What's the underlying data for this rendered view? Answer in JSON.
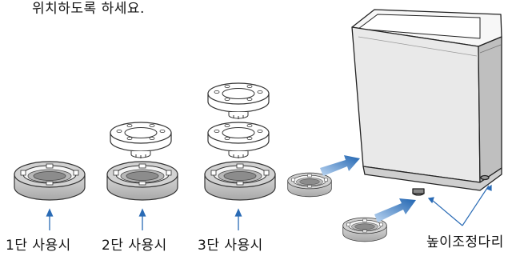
{
  "caption_top": "위치하도록 하세요.",
  "labels": {
    "one_tier": "1단 사용시",
    "two_tier": "2단 사용시",
    "three_tier": "3단 사용시",
    "adjustable_legs": "높이조정다리"
  },
  "colors": {
    "outline": "#333333",
    "rubber": "#c8c8c8",
    "rubber_dark": "#9a9a9a",
    "arrow_blue": "#1e63b0",
    "tick_blue": "#2a6bb5"
  }
}
